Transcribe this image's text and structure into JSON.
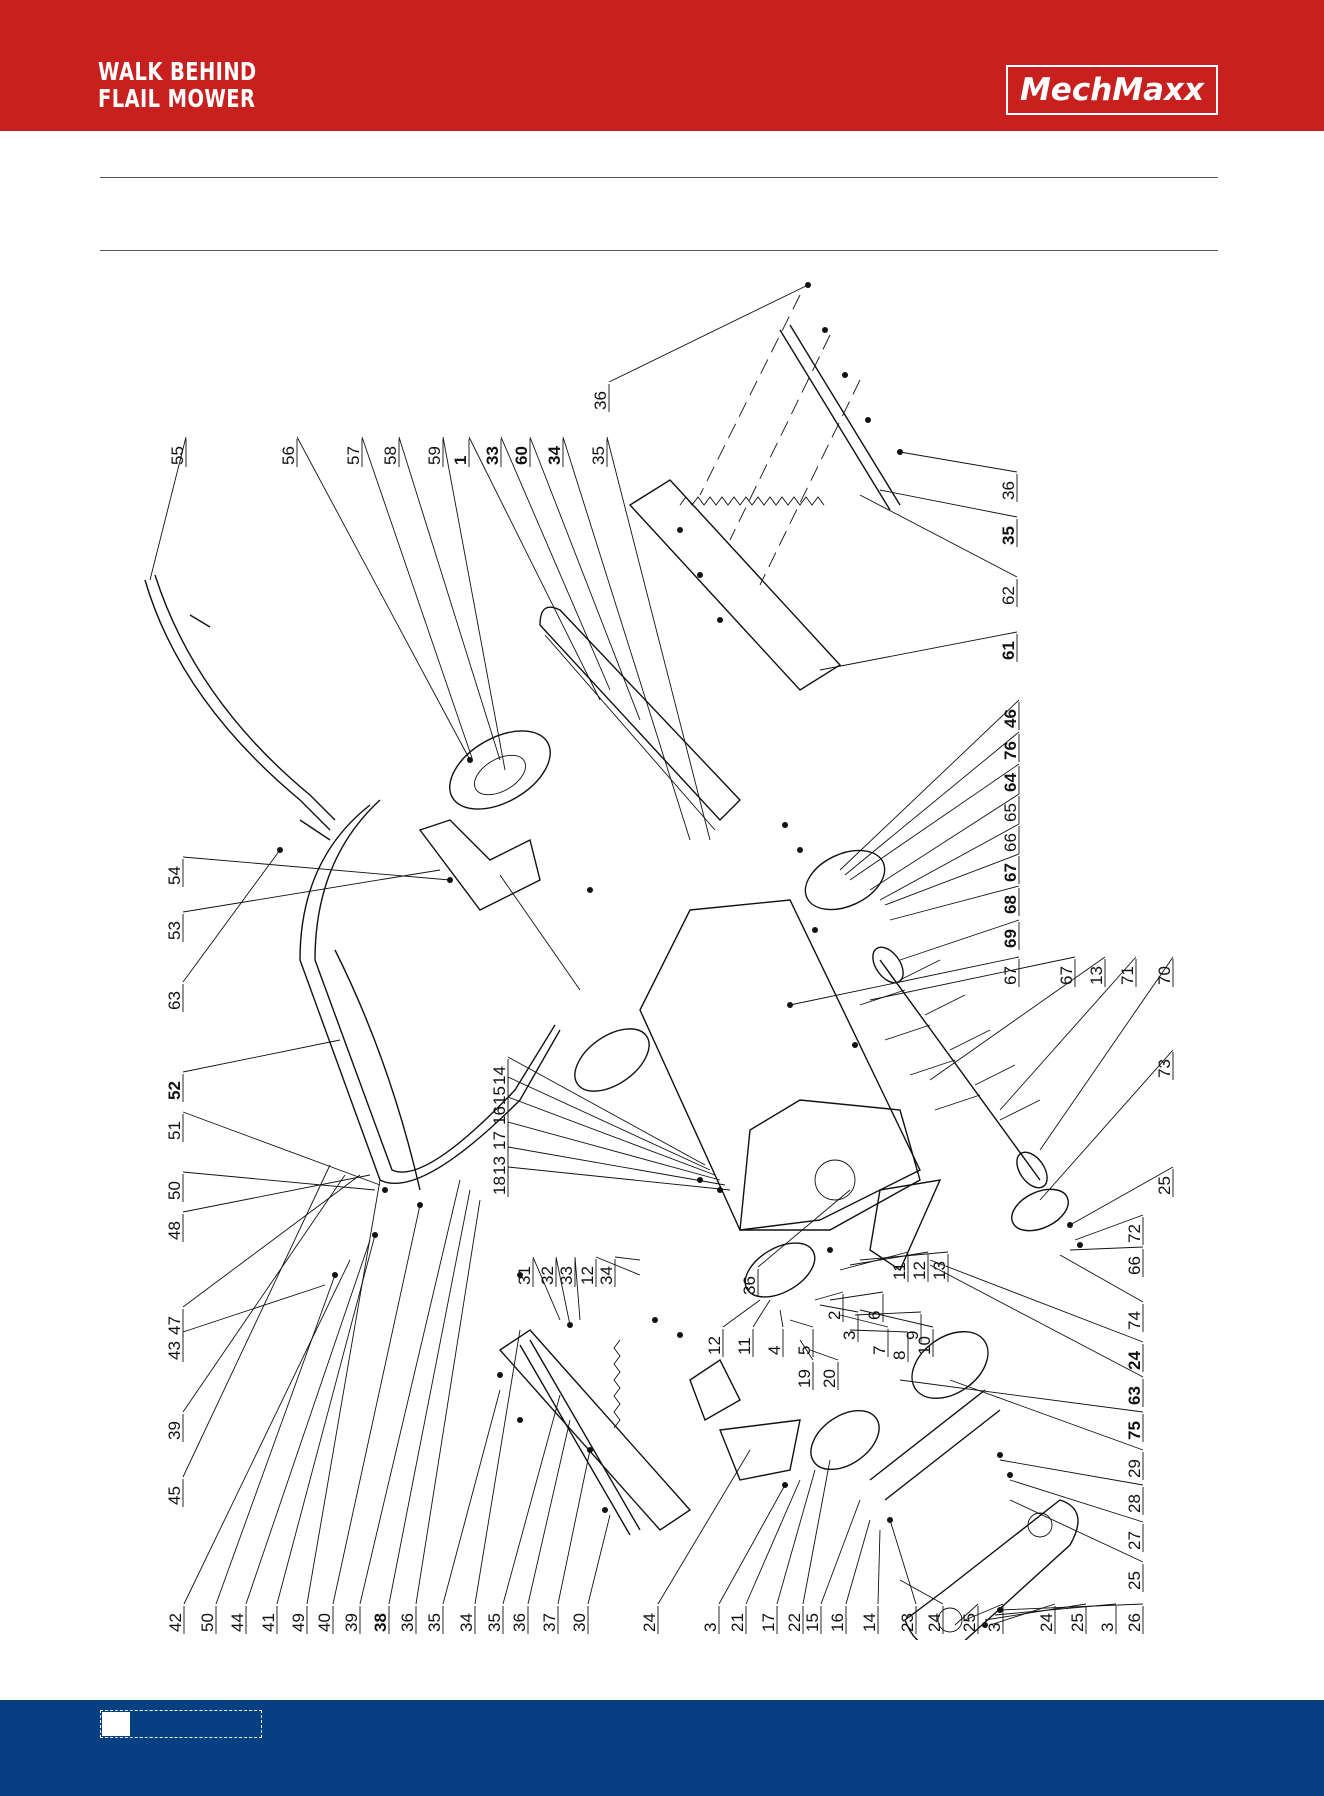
{
  "header": {
    "title_line1": "WALK BEHIND",
    "title_line2": "FLAIL MOWER",
    "brand": "MechMaxx"
  },
  "footer": {
    "page_number": ""
  },
  "diagram": {
    "labels": [
      {
        "t": "55",
        "b": false
      },
      {
        "t": "56",
        "b": false
      },
      {
        "t": "57",
        "b": false
      },
      {
        "t": "58",
        "b": false
      },
      {
        "t": "59",
        "b": false
      },
      {
        "t": "1",
        "b": true
      },
      {
        "t": "33",
        "b": true
      },
      {
        "t": "60",
        "b": true
      },
      {
        "t": "34",
        "b": true
      },
      {
        "t": "35",
        "b": false
      },
      {
        "t": "36",
        "b": false
      },
      {
        "t": "36",
        "b": false
      },
      {
        "t": "35",
        "b": true
      },
      {
        "t": "62",
        "b": false
      },
      {
        "t": "61",
        "b": true
      },
      {
        "t": "46",
        "b": true
      },
      {
        "t": "76",
        "b": true
      },
      {
        "t": "64",
        "b": true
      },
      {
        "t": "65",
        "b": false
      },
      {
        "t": "66",
        "b": false
      },
      {
        "t": "67",
        "b": true
      },
      {
        "t": "68",
        "b": true
      },
      {
        "t": "69",
        "b": true
      },
      {
        "t": "67",
        "b": false
      },
      {
        "t": "67",
        "b": false
      },
      {
        "t": "13",
        "b": false
      },
      {
        "t": "71",
        "b": false
      },
      {
        "t": "70",
        "b": false
      },
      {
        "t": "73",
        "b": false
      },
      {
        "t": "25",
        "b": false
      },
      {
        "t": "72",
        "b": false
      },
      {
        "t": "66",
        "b": false
      },
      {
        "t": "74",
        "b": false
      },
      {
        "t": "24",
        "b": true
      },
      {
        "t": "63",
        "b": true
      },
      {
        "t": "75",
        "b": true
      },
      {
        "t": "29",
        "b": false
      },
      {
        "t": "28",
        "b": false
      },
      {
        "t": "27",
        "b": false
      },
      {
        "t": "25",
        "b": false
      },
      {
        "t": "26",
        "b": false
      },
      {
        "t": "3",
        "b": false
      },
      {
        "t": "25",
        "b": false
      },
      {
        "t": "24",
        "b": false
      },
      {
        "t": "3",
        "b": false
      },
      {
        "t": "25",
        "b": false
      },
      {
        "t": "24",
        "b": false
      },
      {
        "t": "23",
        "b": false
      },
      {
        "t": "14",
        "b": false
      },
      {
        "t": "16",
        "b": false
      },
      {
        "t": "15",
        "b": false
      },
      {
        "t": "22",
        "b": false
      },
      {
        "t": "17",
        "b": false
      },
      {
        "t": "21",
        "b": false
      },
      {
        "t": "3",
        "b": false
      },
      {
        "t": "24",
        "b": false
      },
      {
        "t": "30",
        "b": false
      },
      {
        "t": "37",
        "b": false
      },
      {
        "t": "36",
        "b": false
      },
      {
        "t": "35",
        "b": false
      },
      {
        "t": "34",
        "b": false
      },
      {
        "t": "35",
        "b": false
      },
      {
        "t": "36",
        "b": false
      },
      {
        "t": "38",
        "b": true
      },
      {
        "t": "39",
        "b": false
      },
      {
        "t": "40",
        "b": false
      },
      {
        "t": "49",
        "b": false
      },
      {
        "t": "41",
        "b": false
      },
      {
        "t": "44",
        "b": false
      },
      {
        "t": "50",
        "b": false
      },
      {
        "t": "42",
        "b": false
      },
      {
        "t": "45",
        "b": false
      },
      {
        "t": "39",
        "b": false
      },
      {
        "t": "43",
        "b": false
      },
      {
        "t": "47",
        "b": false
      },
      {
        "t": "48",
        "b": false
      },
      {
        "t": "50",
        "b": false
      },
      {
        "t": "51",
        "b": false
      },
      {
        "t": "52",
        "b": true
      },
      {
        "t": "63",
        "b": false
      },
      {
        "t": "53",
        "b": false
      },
      {
        "t": "54",
        "b": false
      },
      {
        "t": "31",
        "b": false
      },
      {
        "t": "32",
        "b": false
      },
      {
        "t": "33",
        "b": false
      },
      {
        "t": "12",
        "b": false
      },
      {
        "t": "34",
        "b": false
      },
      {
        "t": "18",
        "b": false
      },
      {
        "t": "13",
        "b": false
      },
      {
        "t": "17",
        "b": false
      },
      {
        "t": "16",
        "b": false
      },
      {
        "t": "15",
        "b": false
      },
      {
        "t": "14",
        "b": false
      },
      {
        "t": "12",
        "b": false
      },
      {
        "t": "11",
        "b": false
      },
      {
        "t": "4",
        "b": false
      },
      {
        "t": "5",
        "b": false
      },
      {
        "t": "19",
        "b": false
      },
      {
        "t": "20",
        "b": false
      },
      {
        "t": "2",
        "b": false
      },
      {
        "t": "3",
        "b": false
      },
      {
        "t": "6",
        "b": false
      },
      {
        "t": "7",
        "b": false
      },
      {
        "t": "8",
        "b": false
      },
      {
        "t": "9",
        "b": false
      },
      {
        "t": "10",
        "b": false
      },
      {
        "t": "11",
        "b": false
      },
      {
        "t": "12",
        "b": false
      },
      {
        "t": "13",
        "b": false
      },
      {
        "t": "36",
        "b": false
      }
    ]
  }
}
